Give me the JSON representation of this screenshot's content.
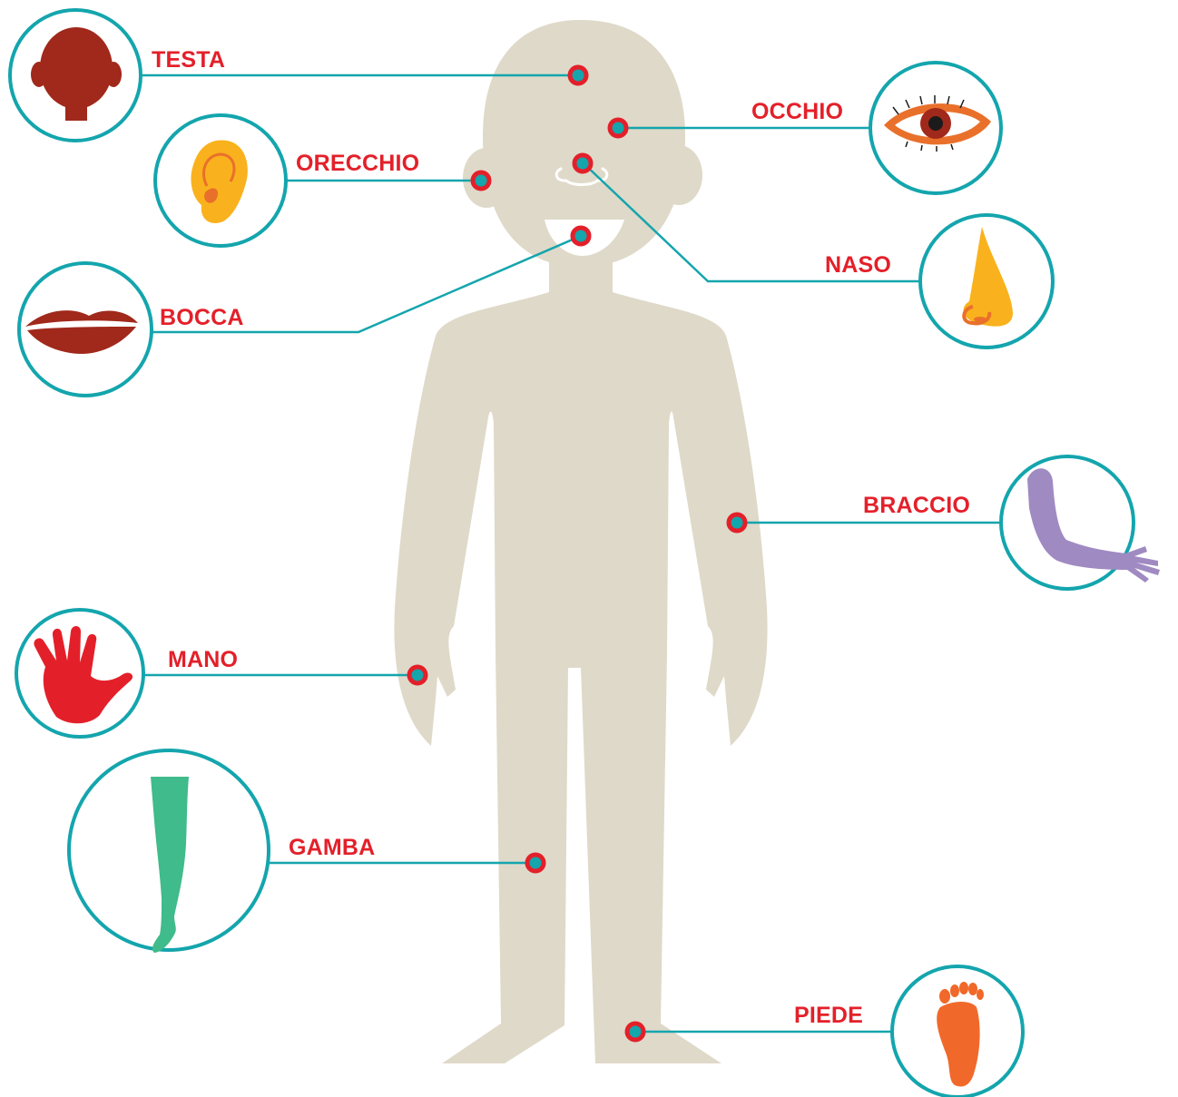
{
  "colors": {
    "body": "#dfd9c9",
    "connector": "#14a5ad",
    "marker": "#e3202a",
    "label": "#e3202a"
  },
  "labels": {
    "head": "TESTA",
    "ear": "ORECCHIO",
    "mouth": "BOCCA",
    "eye": "OCCHIO",
    "nose": "NASO",
    "arm": "BRACCIO",
    "hand": "MANO",
    "leg": "GAMBA",
    "foot": "PIEDE"
  },
  "icons": [
    "head-icon",
    "ear-icon",
    "mouth-icon",
    "eye-icon",
    "nose-icon",
    "arm-icon",
    "hand-icon",
    "leg-icon",
    "foot-icon"
  ]
}
